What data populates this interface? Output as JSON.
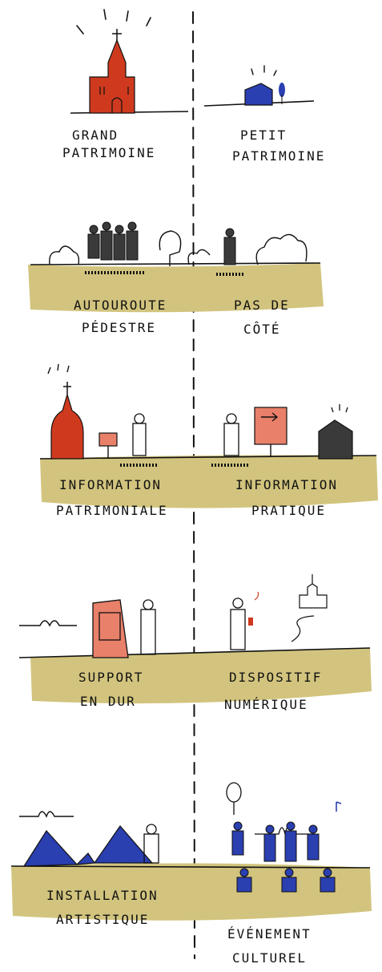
{
  "colors": {
    "ground": "#d2c47e",
    "red": "#cf3a1f",
    "salmon": "#e8806a",
    "blue": "#2a3fb0",
    "ink": "#111111"
  },
  "rows": [
    {
      "left": {
        "line1": "GRAND",
        "line2": "PATRIMOINE"
      },
      "right": {
        "line1": "PETIT",
        "line2": "PATRIMOINE"
      }
    },
    {
      "left": {
        "line1": "AUTOUROUTE",
        "line2": "PÉDESTRE"
      },
      "right": {
        "line1": "PAS DE",
        "line2": "CÔTÉ"
      }
    },
    {
      "left": {
        "line1": "INFORMATION",
        "line2": "PATRIMONIALE"
      },
      "right": {
        "line1": "INFORMATION",
        "line2": "PRATIQUE"
      }
    },
    {
      "left": {
        "line1": "SUPPORT",
        "line2": "EN DUR"
      },
      "right": {
        "line1": "DISPOSITIF",
        "line2": "NUMÉRIQUE"
      }
    },
    {
      "left": {
        "line1": "INSTALLATION",
        "line2": "ARTISTIQUE"
      },
      "right": {
        "line1": "ÉVÉNEMENT",
        "line2": "CULTUREL"
      }
    }
  ]
}
